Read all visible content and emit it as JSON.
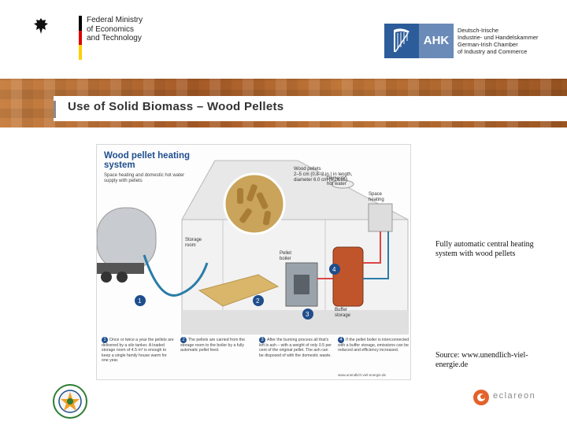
{
  "header": {
    "ministry_text": "Federal Ministry\nof Economics\nand Technology",
    "ahk_brand": "AHK",
    "ahk_text": "Deutsch-Irische\nIndustrie- und Handelskammer\nGerman-Irish Chamber\nof Industry and Commerce"
  },
  "banner": {
    "title": "Use of Solid Biomass – Wood Pellets"
  },
  "diagram": {
    "title": "Wood pellet heating system",
    "subtitle": "Space heating and domestic hot water supply with pellets",
    "labels": {
      "pellets": "Wood pellets\n2–5 cm (0.8–2 in.) in length,\ndiameter 6.0 cm (0.24 in.)",
      "hot_water": "Domestic\nhot water",
      "space_heating": "Space\nheating",
      "storage_room": "Storage\nroom",
      "pellet_boiler": "Pellet\nboiler",
      "buffer_storage": "Buffer\nstorage"
    },
    "steps": [
      {
        "num": "1",
        "text": "Once or twice a year the pellets are delivered by a silo tanker. A loaded storage room of 4.5 m³ is enough to keep a single family house warm for one year."
      },
      {
        "num": "2",
        "text": "The pellets are carried from the storage room to the boiler by a fully automatic pellet feed."
      },
      {
        "num": "3",
        "text": "After the burning process all that's left is ash – with a weight of only 0.5 per cent of the original pellet. The ash can be disposed of with the domestic waste."
      },
      {
        "num": "4",
        "text": "If the pellet boiler is interconnected with a buffer storage, emissions can be reduced and efficiency increased."
      }
    ],
    "source_small": "www.unendlich-viel-energie.de"
  },
  "notes": {
    "caption": "Fully automatic central heating system with wood pellets",
    "source": "Source: www.unendlich-viel-energie.de"
  },
  "footer": {
    "eclareon": "eclareon"
  },
  "colors": {
    "banner": "#b96a2e",
    "accent_blue": "#1f4e8c",
    "ahk_blue": "#2d5c9a"
  }
}
